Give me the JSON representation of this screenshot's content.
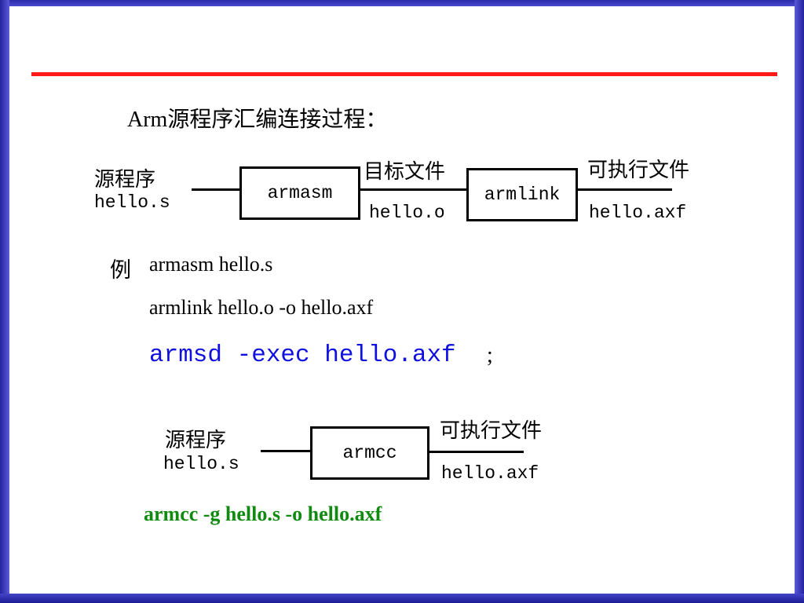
{
  "title": "Arm源程序汇编连接过程：",
  "diagram1": {
    "source_cn": "源程序",
    "source_file": "hello.s",
    "box1": "armasm",
    "mid_cn": "目标文件",
    "mid_file": "hello.o",
    "box2": "armlink",
    "out_cn": "可执行文件",
    "out_file": "hello.axf"
  },
  "example": {
    "label": "例",
    "line1": "armasm hello.s",
    "line2": "armlink  hello.o   -o  hello.axf",
    "line3": "armsd -exec hello.axf",
    "line3_suffix": ";"
  },
  "diagram2": {
    "source_cn": "源程序",
    "source_file": "hello.s",
    "box": "armcc",
    "out_cn": "可执行文件",
    "out_file": "hello.axf"
  },
  "command2": "armcc -g  hello.s   -o hello.axf",
  "colors": {
    "frame": "#2a2aa8",
    "rule": "#ff1a1a",
    "blue_command": "#1010e0",
    "green_command": "#108a10"
  }
}
